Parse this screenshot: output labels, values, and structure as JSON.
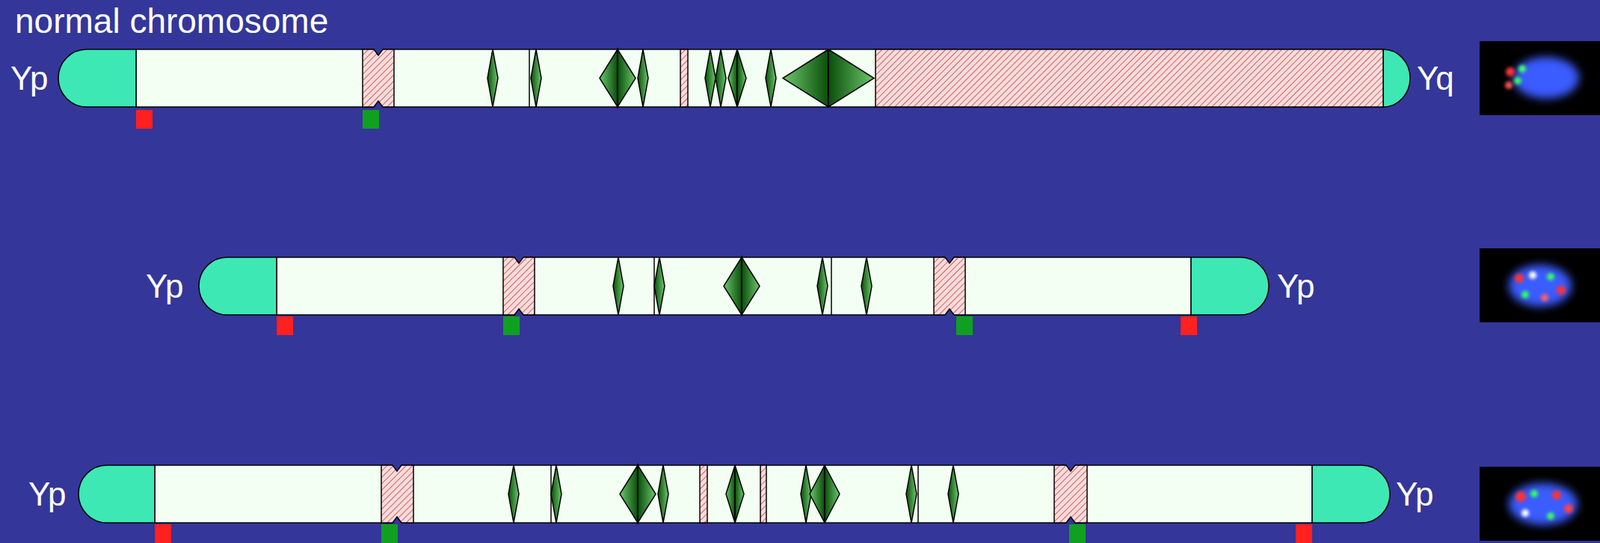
{
  "diagram": {
    "labels": [
      "normal chromosome",
      "Yp",
      "Yq",
      "Yp",
      "Yp",
      "Yp",
      "Yp"
    ]
  }
}
